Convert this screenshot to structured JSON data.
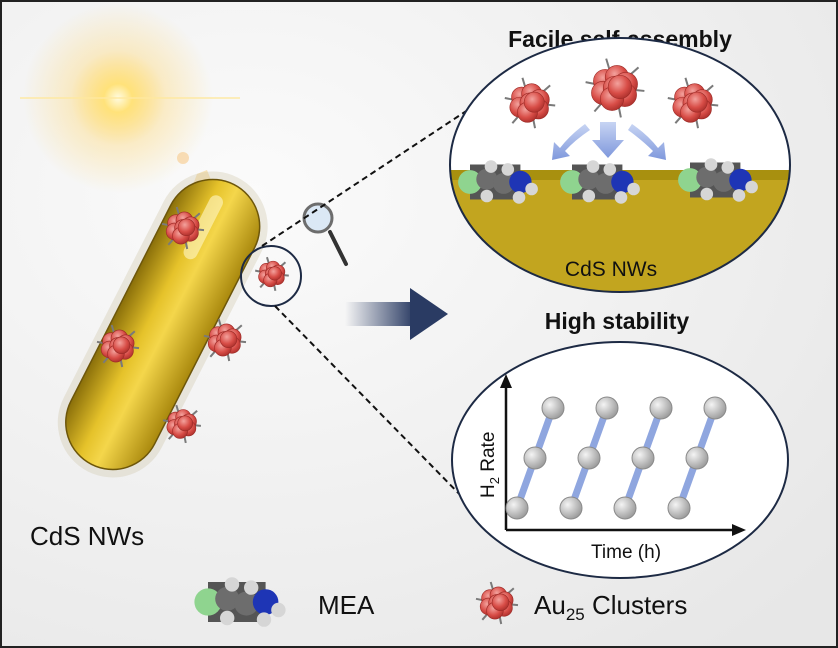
{
  "titles": {
    "top": "Facile self-assembly",
    "bottom": "High stability"
  },
  "labels": {
    "nanowire": "CdS NWs",
    "surface": "CdS NWs"
  },
  "axes": {
    "x": "Time (h)",
    "y_prefix": "H",
    "y_sub": "2",
    "y_suffix": " Rate"
  },
  "legend": {
    "mea": "MEA",
    "au_main": "Au",
    "au_sub": "25",
    "au_rest": " Clusters"
  },
  "colors": {
    "rod": "#d6b21a",
    "cluster": "#d9534f",
    "ball": "#c8c8c8",
    "link": "#8fa6df",
    "frame": "#1d2a44"
  },
  "stability_points": [
    {
      "x": 0,
      "y": 0
    },
    {
      "x": 1,
      "y": 1
    },
    {
      "x": 2,
      "y": 2
    },
    {
      "x": 3,
      "y": 0
    },
    {
      "x": 4,
      "y": 1
    },
    {
      "x": 5,
      "y": 2
    },
    {
      "x": 6,
      "y": 0
    },
    {
      "x": 7,
      "y": 1
    },
    {
      "x": 8,
      "y": 2
    },
    {
      "x": 9,
      "y": 0
    },
    {
      "x": 10,
      "y": 1
    },
    {
      "x": 11,
      "y": 2
    }
  ]
}
